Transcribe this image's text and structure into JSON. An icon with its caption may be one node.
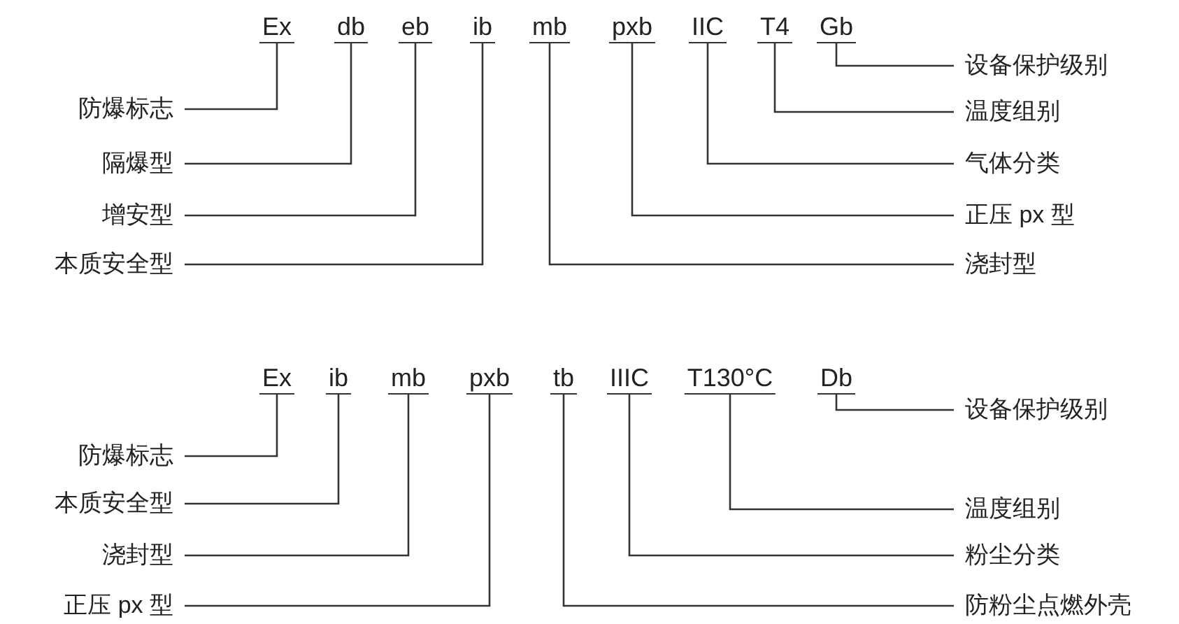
{
  "diagram": {
    "nodes": [
      {
        "text": [
          "Ex"
        ]
      },
      {
        "text": [
          "db"
        ]
      },
      {
        "text": [
          "eb"
        ]
      },
      {
        "text": [
          "ib"
        ]
      },
      {
        "text": [
          "mb"
        ]
      },
      {
        "text": [
          "pxb"
        ]
      },
      {
        "text": [
          "IIC"
        ]
      },
      {
        "text": [
          "T4"
        ]
      },
      {
        "text": [
          "Gb"
        ]
      },
      {
        "text": [
          "设备保护级别"
        ]
      },
      {
        "text": [
          "防爆标志"
        ]
      },
      {
        "text": [
          "温度组别"
        ]
      },
      {
        "text": [
          "隔爆型"
        ]
      },
      {
        "text": [
          "气体分类"
        ]
      },
      {
        "text": [
          "增安型"
        ]
      },
      {
        "text": [
          "正压 px 型"
        ]
      },
      {
        "text": [
          "本质安全型"
        ]
      },
      {
        "text": [
          "浇封型"
        ]
      },
      {
        "text": [
          "Ex"
        ]
      },
      {
        "text": [
          "ib"
        ]
      },
      {
        "text": [
          "mb"
        ]
      },
      {
        "text": [
          "pxb"
        ]
      },
      {
        "text": [
          "tb"
        ]
      },
      {
        "text": [
          "IIIC"
        ]
      },
      {
        "text": [
          "T130°C"
        ]
      },
      {
        "text": [
          "Db"
        ]
      },
      {
        "text": [
          "设备保护级别"
        ]
      },
      {
        "text": [
          "防爆标志"
        ]
      },
      {
        "text": [
          "本质安全型"
        ]
      },
      {
        "text": [
          "温度组别"
        ]
      },
      {
        "text": [
          "浇封型"
        ]
      },
      {
        "text": [
          "粉尘分类"
        ]
      },
      {
        "text": [
          "正压 px 型"
        ]
      },
      {
        "text": [
          "防粉尘点燃外壳"
        ]
      }
    ],
    "edges": [
      {
        "from": 9,
        "to": 8,
        "arrow": "none"
      },
      {
        "from": 10,
        "to": 0,
        "arrow": "none"
      },
      {
        "from": 11,
        "to": 7,
        "arrow": "none"
      },
      {
        "from": 12,
        "to": 1,
        "arrow": "none"
      },
      {
        "from": 13,
        "to": 6,
        "arrow": "none"
      },
      {
        "from": 14,
        "to": 2,
        "arrow": "none"
      },
      {
        "from": 15,
        "to": 5,
        "arrow": "none"
      },
      {
        "from": 16,
        "to": 3,
        "arrow": "none"
      },
      {
        "from": 17,
        "to": 4,
        "arrow": "none"
      },
      {
        "from": 26,
        "to": 25,
        "arrow": "none"
      },
      {
        "from": 27,
        "to": 18,
        "arrow": "none"
      },
      {
        "from": 28,
        "to": 19,
        "arrow": "none"
      },
      {
        "from": 29,
        "to": 24,
        "arrow": "none"
      },
      {
        "from": 30,
        "to": 20,
        "arrow": "none"
      },
      {
        "from": 31,
        "to": 23,
        "arrow": "none"
      },
      {
        "from": 32,
        "to": 21,
        "arrow": "none"
      },
      {
        "from": 33,
        "to": 22,
        "arrow": "none"
      }
    ]
  }
}
